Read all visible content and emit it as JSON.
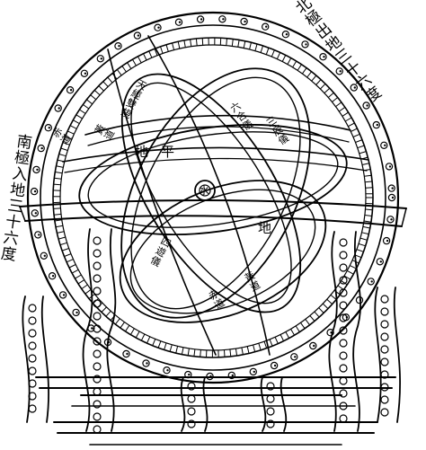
{
  "ink_color": "#000000",
  "paper_color": "#ffffff",
  "labels": {
    "north_pole": "北極出地三十六度",
    "south_pole": "南極入地三十六度",
    "horizon": "地平",
    "horizon_right": "地",
    "center_water": "水",
    "ring_a": "天經雙規",
    "ring_b": "赤道",
    "ring_c": "黃道",
    "ring_d": "六合儀",
    "ring_e": "三辰儀",
    "ring_f": "四遊儀",
    "ring_g": "赤道",
    "ring_h": "黃道"
  }
}
